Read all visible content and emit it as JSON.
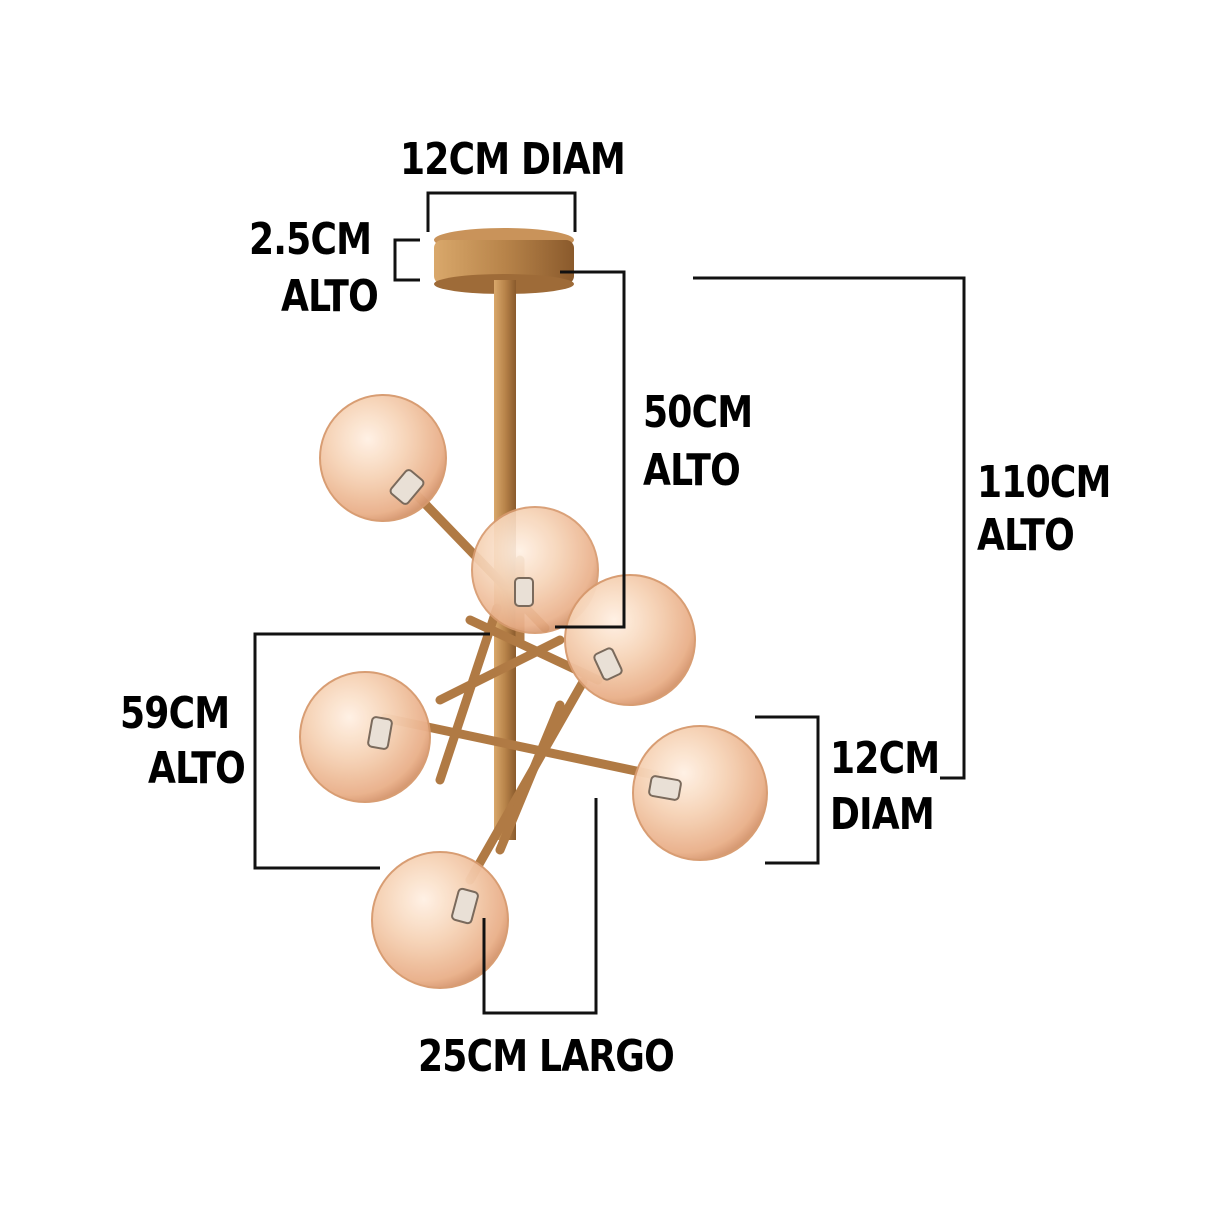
{
  "labels": {
    "top_diameter": "12CM DIAM",
    "canopy_height_line1": "2.5CM",
    "canopy_height_line2": "ALTO",
    "rod_height_line1": "50CM",
    "rod_height_line2": "ALTO",
    "total_height_line1": "110CM",
    "total_height_line2": "ALTO",
    "body_height_line1": "59CM",
    "body_height_line2": "ALTO",
    "globe_diameter_line1": "12CM",
    "globe_diameter_line2": "DIAM",
    "bottom_length": "25CM LARGO"
  },
  "colors": {
    "brass": "#b8844a",
    "brass_dark": "#8a5a2c",
    "glass_amber": "#f2c9a6",
    "glass_edge": "#c98e62",
    "dimension_line": "#111111"
  }
}
